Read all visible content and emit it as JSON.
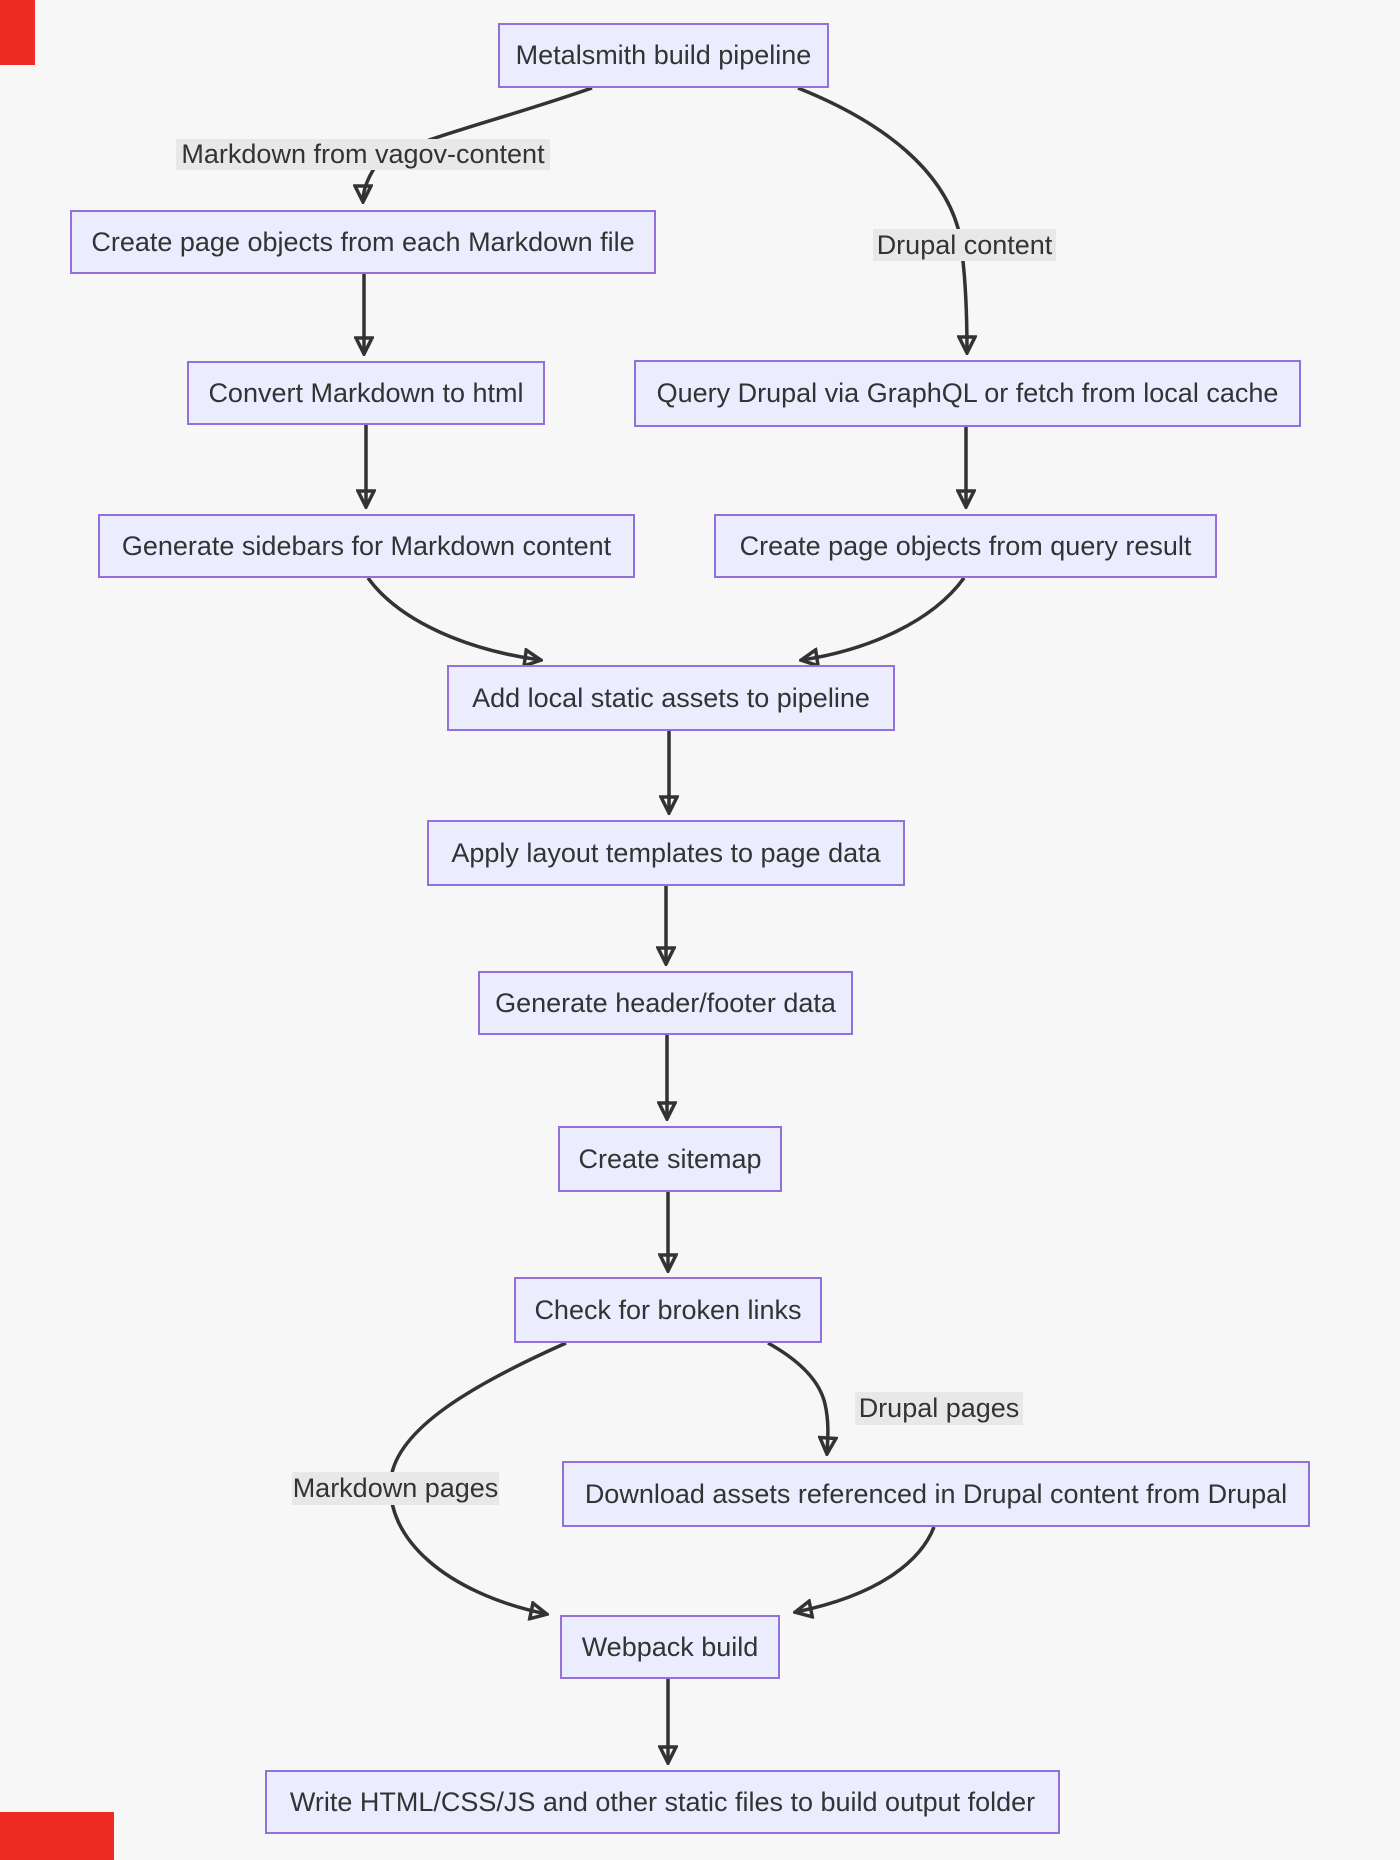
{
  "diagram": {
    "title": "Metalsmith build pipeline",
    "type": "flowchart-top-down",
    "nodes": [
      {
        "id": "A",
        "label": "Metalsmith build pipeline"
      },
      {
        "id": "B",
        "label": "Create page objects from each Markdown file"
      },
      {
        "id": "C",
        "label": "Convert Markdown to html"
      },
      {
        "id": "D",
        "label": "Query Drupal via GraphQL or fetch from local cache"
      },
      {
        "id": "E",
        "label": "Generate sidebars for Markdown content"
      },
      {
        "id": "F",
        "label": "Create page objects from query result"
      },
      {
        "id": "G",
        "label": "Add local static assets to pipeline"
      },
      {
        "id": "H",
        "label": "Apply layout templates to page data"
      },
      {
        "id": "I",
        "label": "Generate header/footer data"
      },
      {
        "id": "J",
        "label": "Create sitemap"
      },
      {
        "id": "K",
        "label": "Check for broken links"
      },
      {
        "id": "L",
        "label": "Download assets referenced in Drupal content from Drupal"
      },
      {
        "id": "M",
        "label": "Webpack build"
      },
      {
        "id": "N",
        "label": "Write HTML/CSS/JS and other static files to build output folder"
      }
    ],
    "edge_labels": [
      {
        "text": "Markdown from vagov-content"
      },
      {
        "text": "Drupal content"
      },
      {
        "text": "Drupal pages"
      },
      {
        "text": "Markdown pages"
      }
    ],
    "edges": [
      {
        "from": "A",
        "to": "B",
        "label": "Markdown from vagov-content"
      },
      {
        "from": "A",
        "to": "D",
        "label": "Drupal content"
      },
      {
        "from": "B",
        "to": "C",
        "label": ""
      },
      {
        "from": "C",
        "to": "E",
        "label": ""
      },
      {
        "from": "D",
        "to": "F",
        "label": ""
      },
      {
        "from": "E",
        "to": "G",
        "label": ""
      },
      {
        "from": "F",
        "to": "G",
        "label": ""
      },
      {
        "from": "G",
        "to": "H",
        "label": ""
      },
      {
        "from": "H",
        "to": "I",
        "label": ""
      },
      {
        "from": "I",
        "to": "J",
        "label": ""
      },
      {
        "from": "J",
        "to": "K",
        "label": ""
      },
      {
        "from": "K",
        "to": "L",
        "label": "Drupal pages"
      },
      {
        "from": "K",
        "to": "M",
        "label": "Markdown pages"
      },
      {
        "from": "L",
        "to": "M",
        "label": ""
      },
      {
        "from": "M",
        "to": "N",
        "label": ""
      }
    ],
    "colors": {
      "node_fill": "#ECECFF",
      "node_border": "#9370DB",
      "text": "#333333",
      "edge": "#333333",
      "edge_label_bg": "#e8e8e8",
      "background": "#f7f7f8",
      "artifact_marker": "#ee2c24"
    }
  }
}
